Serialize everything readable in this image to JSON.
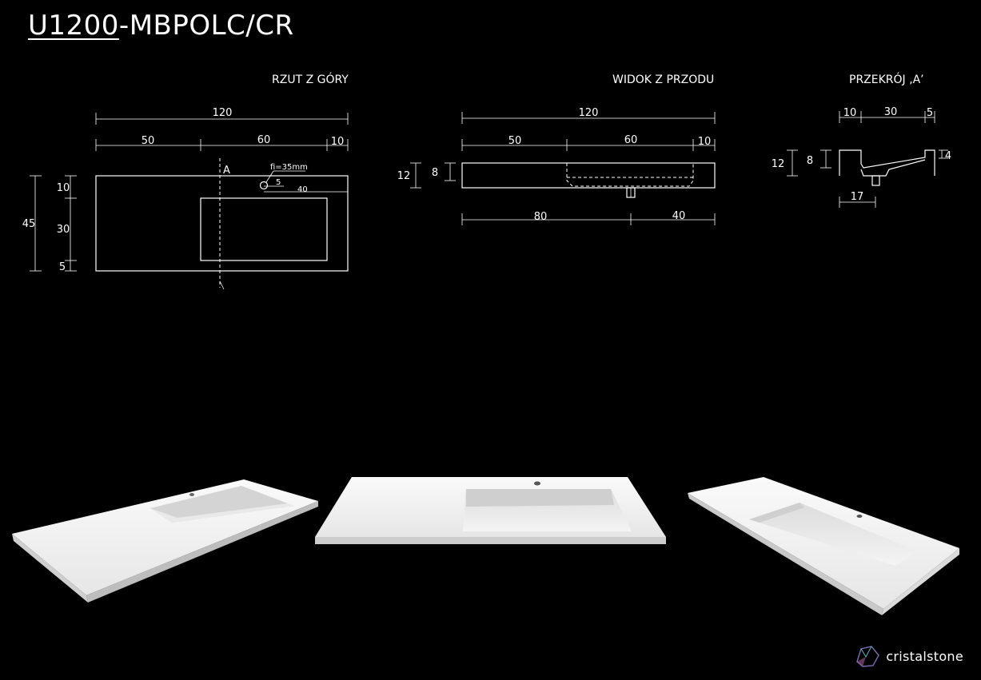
{
  "title": {
    "model_underlined": "U1200",
    "model_rest": "-MBPOLC/CR"
  },
  "views": {
    "top": {
      "label": "RZUT Z GÓRY",
      "dim_total_width": "120",
      "dim_left": "50",
      "dim_basin": "60",
      "dim_right": "10",
      "section_mark": "A",
      "hole_label": "fi=35mm",
      "dim_hole_offset": "5",
      "dim_hole_from_edge": "40",
      "dim_depth_total": "45",
      "dim_front": "10",
      "dim_basin_depth": "30",
      "dim_back": "5"
    },
    "front": {
      "label": "WIDOK Z PRZODU",
      "dim_total_width": "120",
      "dim_left": "50",
      "dim_basin": "60",
      "dim_right": "10",
      "dim_height_outer": "12",
      "dim_height_inner": "8",
      "dim_to_drain": "80",
      "dim_drain_to_edge": "40"
    },
    "section": {
      "label": "PRZEKRÓJ ‚A’",
      "dim_left": "10",
      "dim_mid": "30",
      "dim_right": "5",
      "dim_height_outer": "12",
      "dim_height_inner": "8",
      "dim_back_height": "4",
      "dim_drain": "17"
    }
  },
  "brand": {
    "name": "cristalstone",
    "logo_icon": "crystal-logo-icon"
  }
}
